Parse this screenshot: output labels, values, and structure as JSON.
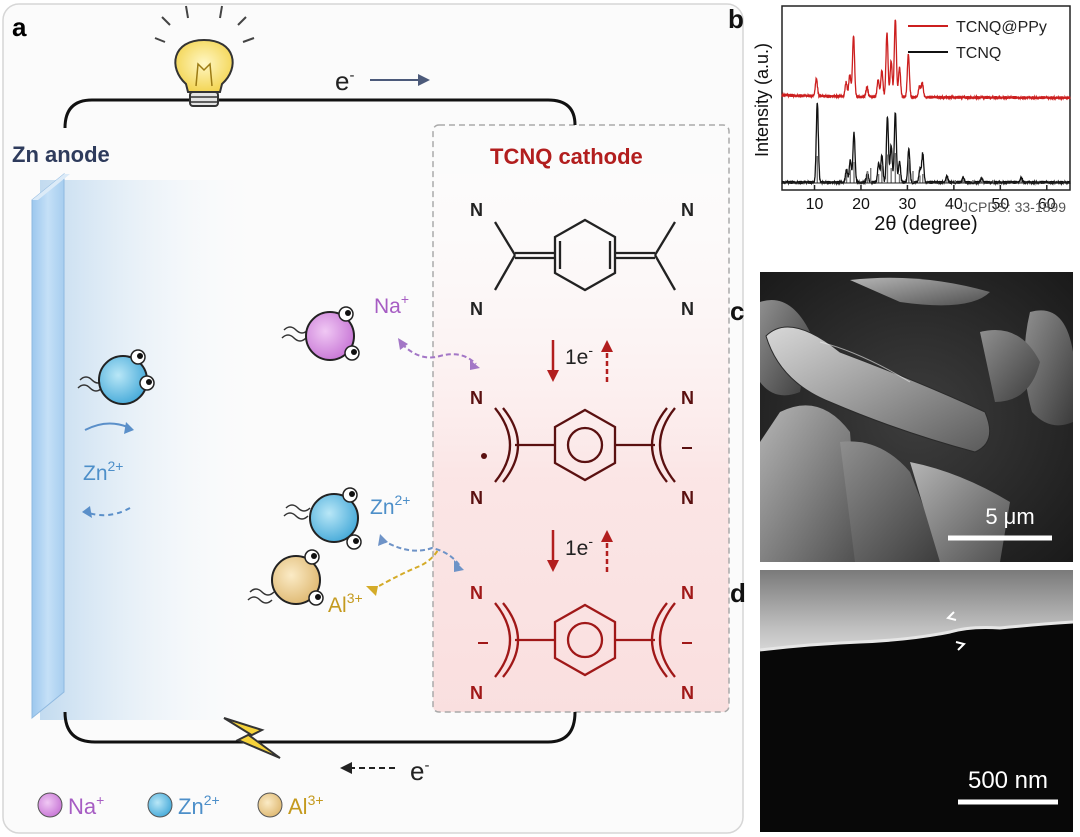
{
  "panels": {
    "a": "a",
    "b": "b",
    "c": "c",
    "d": "d"
  },
  "schematic": {
    "anode_label": "Zn anode",
    "cathode_label": "TCNQ cathode",
    "electron_top": "e",
    "electron_bottom": "e",
    "electron_sup": "-",
    "zn_ion": "Zn",
    "zn_charge": "2+",
    "zn_ion_2": "Zn",
    "zn_charge_2": "2+",
    "na_ion": "Na",
    "na_charge": "+",
    "al_ion": "Al",
    "al_charge": "3+",
    "step1": "1e",
    "step2": "1e",
    "step_sup": "-",
    "atom_N": "N",
    "legend": [
      {
        "ion": "Na",
        "charge": "+",
        "color": "#cc77d6"
      },
      {
        "ion": "Zn",
        "charge": "2+",
        "color": "#4aaedb"
      },
      {
        "ion": "Al",
        "charge": "3+",
        "color": "#e7c27a"
      }
    ],
    "colors": {
      "anode_text": "#2e3b5c",
      "cathode_text": "#b21e1e",
      "na": "#a65cc3",
      "zn": "#4d8fc9",
      "al": "#c49a1e",
      "reduced": "#8b1a1a"
    }
  },
  "chart_data": {
    "type": "line",
    "xlabel": "2θ (degree)",
    "ylabel": "Intensity (a.u.)",
    "xlim": [
      3,
      65
    ],
    "xticks": [
      10,
      20,
      30,
      40,
      50,
      60
    ],
    "legend": [
      "TCNQ@PPy",
      "TCNQ"
    ],
    "legend_position": "top-right",
    "series": [
      {
        "name": "TCNQ@PPy",
        "color": "#cc1f1f",
        "peaks": [
          [
            10.4,
            0.22
          ],
          [
            16.8,
            0.18
          ],
          [
            17.6,
            0.28
          ],
          [
            18.4,
            0.78
          ],
          [
            21.3,
            0.12
          ],
          [
            23.7,
            0.22
          ],
          [
            24.5,
            0.34
          ],
          [
            25.6,
            0.82
          ],
          [
            26.5,
            0.46
          ],
          [
            27.4,
            1.0
          ],
          [
            28.3,
            0.38
          ],
          [
            30.2,
            0.55
          ],
          [
            32.6,
            0.14
          ],
          [
            33.2,
            0.18
          ]
        ]
      },
      {
        "name": "TCNQ",
        "color": "#111111",
        "peaks": [
          [
            10.6,
            1.0
          ],
          [
            16.9,
            0.16
          ],
          [
            17.7,
            0.28
          ],
          [
            18.5,
            0.62
          ],
          [
            21.4,
            0.12
          ],
          [
            23.8,
            0.24
          ],
          [
            24.5,
            0.34
          ],
          [
            25.7,
            0.82
          ],
          [
            26.5,
            0.46
          ],
          [
            27.4,
            0.88
          ],
          [
            28.3,
            0.26
          ],
          [
            30.3,
            0.42
          ],
          [
            32.7,
            0.16
          ],
          [
            33.3,
            0.36
          ],
          [
            38.5,
            0.08
          ],
          [
            42.0,
            0.06
          ],
          [
            46.0,
            0.05
          ],
          [
            54.5,
            0.06
          ]
        ]
      }
    ],
    "reference": {
      "label": "JCPDS: 33-1899",
      "lines": [
        [
          10.6,
          0.9
        ],
        [
          16.9,
          0.3
        ],
        [
          17.7,
          0.45
        ],
        [
          18.5,
          0.7
        ],
        [
          21.4,
          0.4
        ],
        [
          22.1,
          0.5
        ],
        [
          23.8,
          0.3
        ],
        [
          24.5,
          0.6
        ],
        [
          25.7,
          0.95
        ],
        [
          26.5,
          0.5
        ],
        [
          27.4,
          1.0
        ],
        [
          28.3,
          0.3
        ],
        [
          30.3,
          0.8
        ],
        [
          31.2,
          0.4
        ],
        [
          32.7,
          0.25
        ],
        [
          33.3,
          0.3
        ],
        [
          38.5,
          0.15
        ],
        [
          40.3,
          0.1
        ],
        [
          42.0,
          0.12
        ],
        [
          44.1,
          0.1
        ],
        [
          46.0,
          0.08
        ],
        [
          48.5,
          0.08
        ],
        [
          54.5,
          0.1
        ]
      ]
    }
  },
  "sem": {
    "scale": "5 μm"
  },
  "tem": {
    "scale": "500 nm"
  }
}
